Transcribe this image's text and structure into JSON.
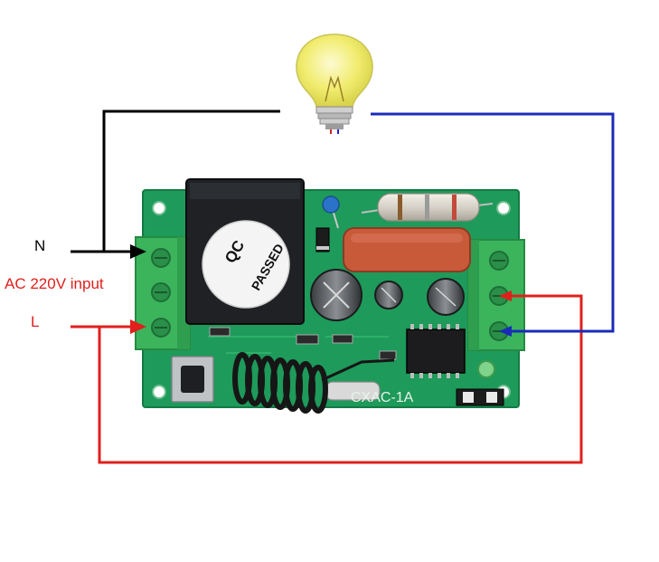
{
  "labels": {
    "neutral": "N",
    "ac_input": "AC 220V input",
    "live": "L"
  },
  "board": {
    "silkscreen": "CXAC-1A",
    "relay_stamp": [
      "QC",
      "PASSED"
    ]
  },
  "colors": {
    "neutral_wire": "#000000",
    "live_wire": "#e0201c",
    "load_wire": "#1a2bb8",
    "pcb": "#1e9a5a",
    "terminal": "#38b25a",
    "relay": "#1f2124",
    "capacitor_film": "#c85a3a",
    "bulb_glass": "#f3ef7a"
  },
  "icons": {
    "bulb": "light-bulb-icon",
    "relay": "relay-icon",
    "button": "push-button-icon",
    "antenna": "coil-antenna-icon"
  }
}
